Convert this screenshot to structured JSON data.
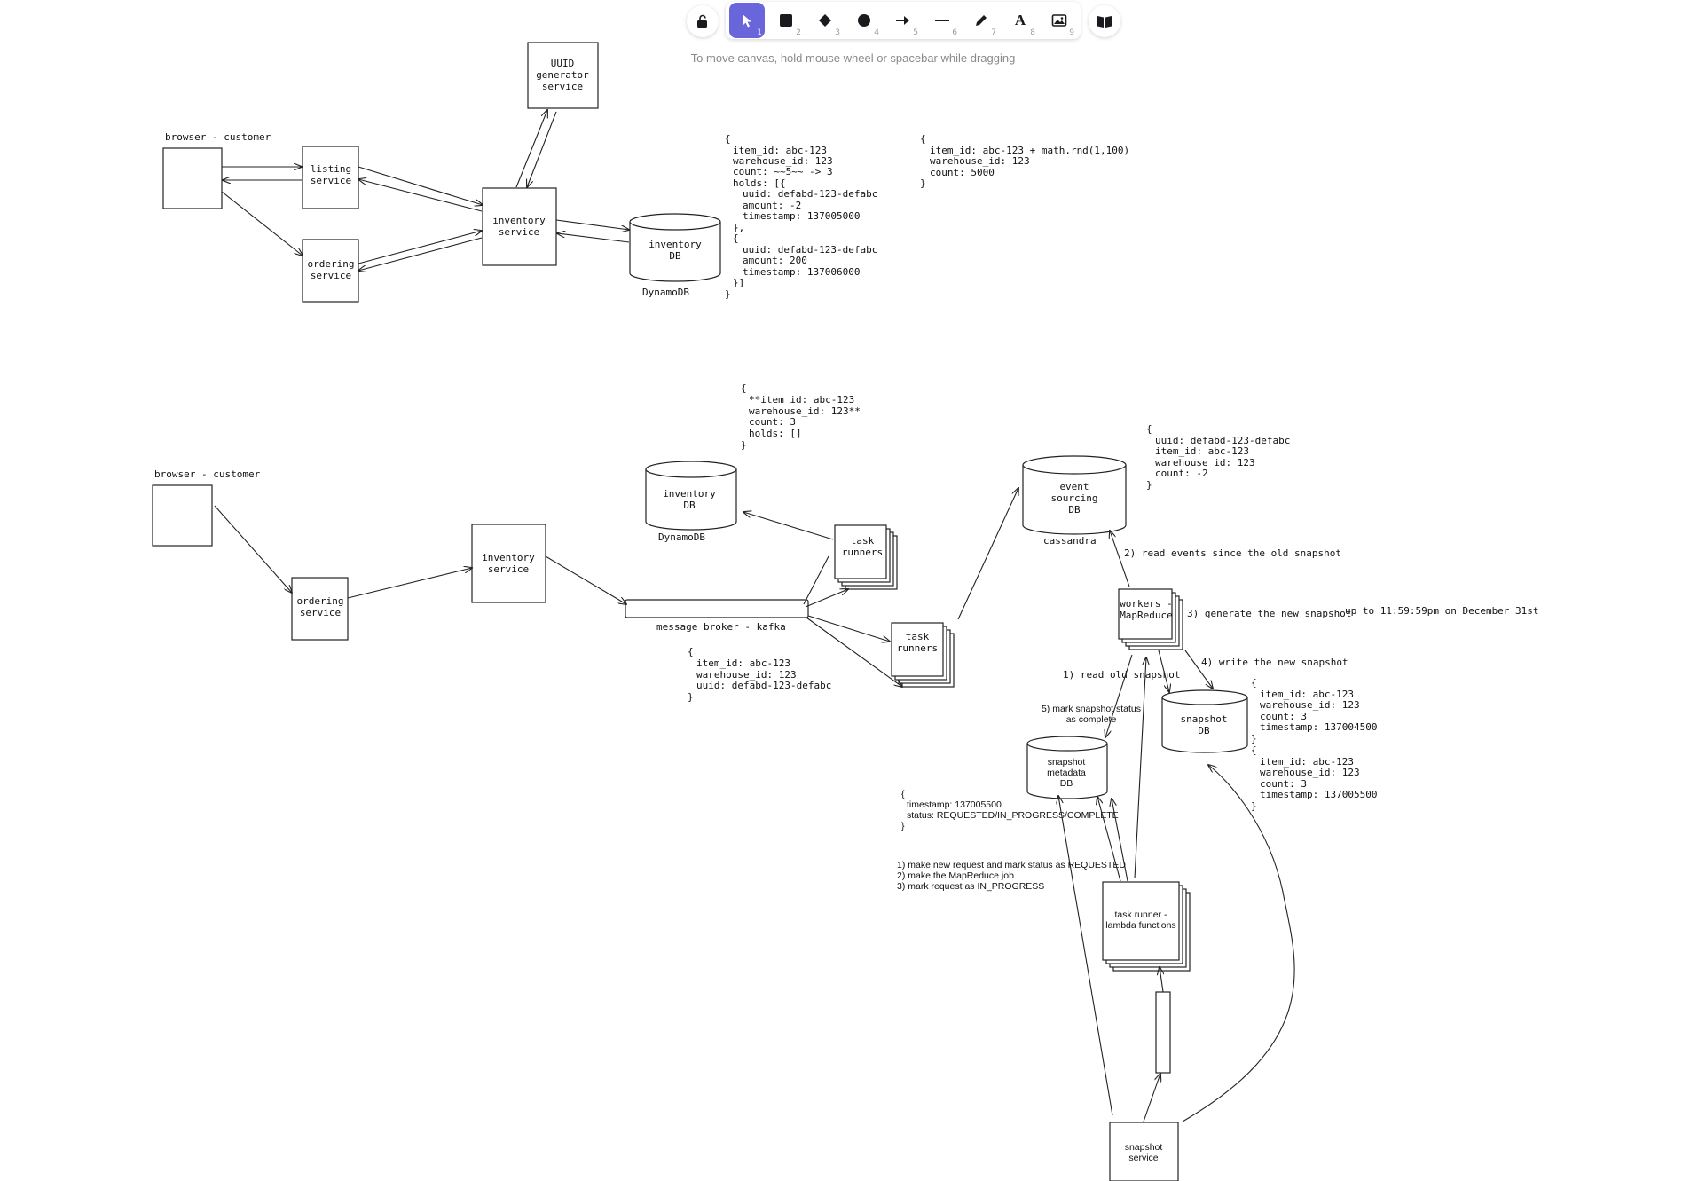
{
  "toolbar": {
    "tools": [
      {
        "name": "lock",
        "key": ""
      },
      {
        "name": "selection",
        "key": "1"
      },
      {
        "name": "rectangle",
        "key": "2"
      },
      {
        "name": "diamond",
        "key": "3"
      },
      {
        "name": "ellipse",
        "key": "4"
      },
      {
        "name": "arrow",
        "key": "5"
      },
      {
        "name": "line",
        "key": "6"
      },
      {
        "name": "draw",
        "key": "7"
      },
      {
        "name": "text",
        "key": "8"
      },
      {
        "name": "image",
        "key": "9"
      },
      {
        "name": "library",
        "key": ""
      }
    ],
    "text_glyph": "A"
  },
  "hint": "To move canvas, hold mouse wheel or spacebar while dragging",
  "diagram1": {
    "browser_label": "browser - customer",
    "uuid": [
      "UUID",
      "generator",
      "service"
    ],
    "listing": [
      "listing",
      "service"
    ],
    "ordering": [
      "ordering",
      "service"
    ],
    "inventory": [
      "inventory",
      "service"
    ],
    "inventory_db": [
      "inventory",
      "DB"
    ],
    "db_engine": "DynamoDB",
    "holds_json": [
      "{",
      "item_id: abc-123",
      "warehouse_id: 123",
      "count: ~~5~~ -> 3",
      "holds: [{",
      "uuid: defabd-123-defabc",
      "amount: -2",
      "timestamp: 137005000",
      "},",
      "{",
      "uuid: defabd-123-defabc",
      "amount: 200",
      "timestamp: 137006000",
      "}]",
      "}"
    ],
    "count_json": [
      "{",
      "item_id: abc-123 + math.rnd(1,100)",
      "warehouse_id: 123",
      "count: 5000",
      "}"
    ]
  },
  "diagram2": {
    "browser_label": "browser - customer",
    "ordering": [
      "ordering",
      "service"
    ],
    "inventory": [
      "inventory",
      "service"
    ],
    "inventory_db": [
      "inventory",
      "DB"
    ],
    "db_engine": "DynamoDB",
    "inventory_json": [
      "{",
      "**item_id: abc-123",
      "warehouse_id: 123**",
      "count: 3",
      "holds: []",
      "}"
    ],
    "broker": "message broker - kafka",
    "broker_json": [
      "{",
      "item_id: abc-123",
      "warehouse_id: 123",
      "uuid: defabd-123-defabc",
      "}"
    ],
    "task_runners": [
      "task",
      "runners"
    ],
    "event_db": [
      "event",
      "sourcing",
      "DB"
    ],
    "event_engine": "cassandra",
    "event_json": [
      "{",
      "uuid: defabd-123-defabc",
      "item_id: abc-123",
      "warehouse_id: 123",
      "count: -2",
      "}"
    ],
    "workers": [
      "workers -",
      "MapReduce"
    ],
    "step2": "2) read events since the old snapshot",
    "step3": "3) generate the new snapshot",
    "step3_note": "up to 11:59:59pm on December 31st",
    "step4": "4) write the new snapshot",
    "step1": "1) read old snapshot",
    "step5": [
      "5) mark snapshot status",
      "as complete"
    ],
    "snapshot_db": [
      "snapshot",
      "DB"
    ],
    "snapshot_json_1": [
      "{",
      "item_id: abc-123",
      "warehouse_id: 123",
      "count: 3",
      "timestamp: 137004500",
      "}"
    ],
    "snapshot_json_2": [
      "{",
      "item_id: abc-123",
      "warehouse_id: 123",
      "count: 3",
      "timestamp: 137005500",
      "}"
    ],
    "metadata_db": [
      "snapshot",
      "metadata",
      "DB"
    ],
    "metadata_json": [
      "{",
      "timestamp: 137005500",
      "status: REQUESTED/IN_PROGRESS/COMPLETE",
      "}"
    ],
    "lambda_steps": [
      "1) make new request and mark status as REQUESTED",
      "2) make the MapReduce job",
      "3) mark request as IN_PROGRESS"
    ],
    "lambda": [
      "task runner -",
      "lambda functions"
    ],
    "snapshot_service": [
      "snapshot",
      "service"
    ]
  }
}
